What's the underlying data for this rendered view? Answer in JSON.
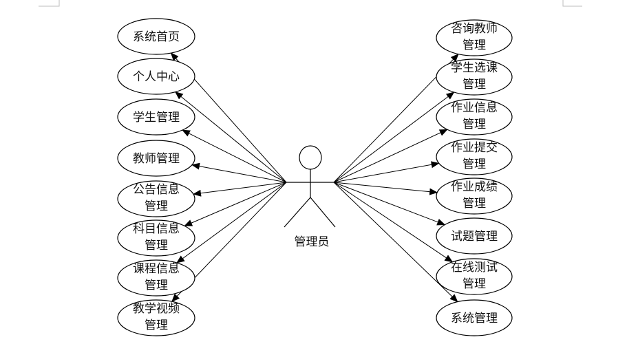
{
  "diagram": {
    "type": "use-case",
    "actor": {
      "label": "管理员"
    },
    "left_use_cases": [
      {
        "lines": [
          "系统首页"
        ]
      },
      {
        "lines": [
          "个人中心"
        ]
      },
      {
        "lines": [
          "学生管理"
        ]
      },
      {
        "lines": [
          "教师管理"
        ]
      },
      {
        "lines": [
          "公告信息",
          "管理"
        ]
      },
      {
        "lines": [
          "科目信息",
          "管理"
        ]
      },
      {
        "lines": [
          "课程信息",
          "管理"
        ]
      },
      {
        "lines": [
          "教学视频",
          "管理"
        ]
      }
    ],
    "right_use_cases": [
      {
        "lines": [
          "咨询教师",
          "管理"
        ]
      },
      {
        "lines": [
          "学生选课",
          "管理"
        ]
      },
      {
        "lines": [
          "作业信息",
          "管理"
        ]
      },
      {
        "lines": [
          "作业提交",
          "管理"
        ]
      },
      {
        "lines": [
          "作业成绩",
          "管理"
        ]
      },
      {
        "lines": [
          "试题管理"
        ]
      },
      {
        "lines": [
          "在线测试",
          "管理"
        ]
      },
      {
        "lines": [
          "系统管理"
        ]
      }
    ],
    "colors": {
      "stroke": "#000000",
      "background": "#ffffff",
      "text": "#111111"
    }
  }
}
